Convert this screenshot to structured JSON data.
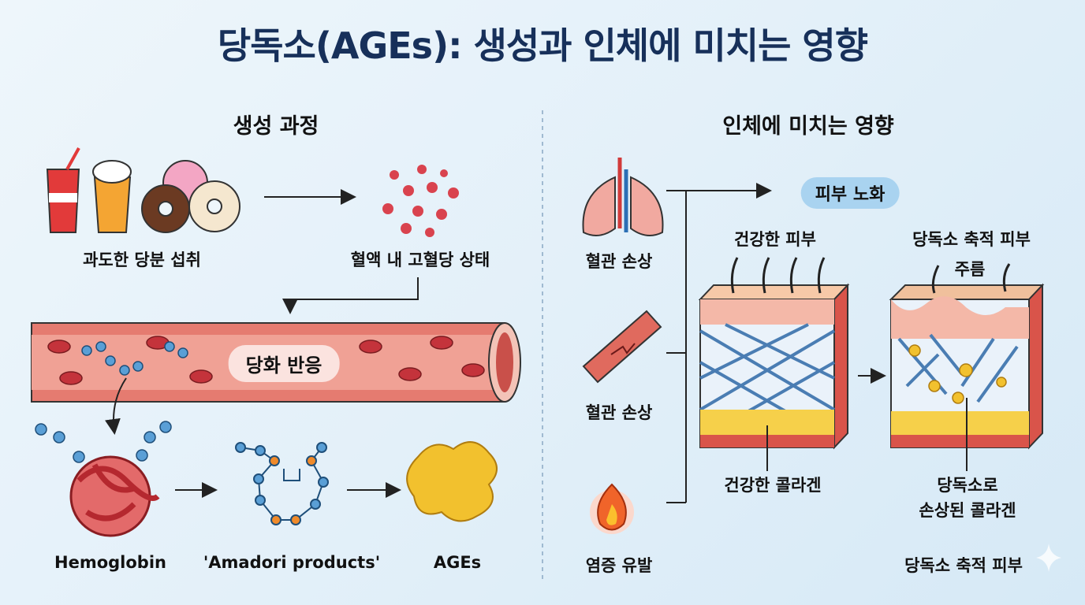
{
  "title": "당독소(AGEs): 생성과 인체에 미치는 영향",
  "left": {
    "heading": "생성 과정",
    "sugar_intake": "과도한 당분 섭취",
    "hyperglycemia": "혈액 내 고혈당 상태",
    "glycation": "당화 반응",
    "hemoglobin": "Hemoglobin",
    "amadori": "'Amadori products'",
    "ages": "AGEs"
  },
  "right": {
    "heading": "인체에 미치는 영향",
    "vessel_damage_1": "혈관 손상",
    "vessel_damage_2": "혈관 손상",
    "inflammation": "염증 유발",
    "skin_aging": "피부 노화",
    "healthy_skin": "건강한 피부",
    "ages_skin": "당독소 축적 피부",
    "wrinkle": "주름",
    "healthy_collagen": "건강한 콜라겐",
    "damaged_collagen_1": "당독소로",
    "damaged_collagen_2": "손상된 콜라겐",
    "footer_label": "당독소 축적 피부"
  },
  "colors": {
    "title": "#17305a",
    "pill_blue": "#a9d3f0",
    "vessel": "#e0726a",
    "ages": "#f2c12e"
  }
}
